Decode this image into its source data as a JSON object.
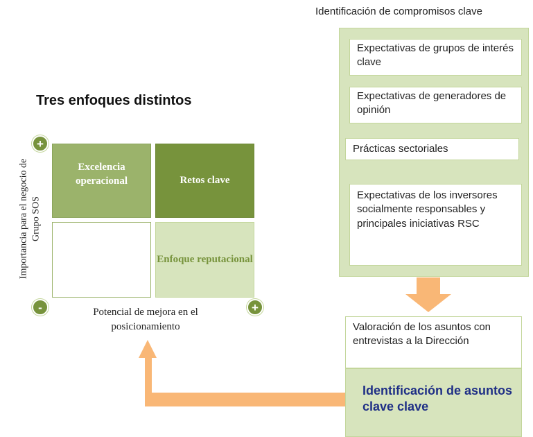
{
  "left": {
    "title": "Tres enfoques distintos",
    "cells": {
      "top_left": "Excelencia operacional",
      "top_right": "Retos clave",
      "bottom_left": "",
      "bottom_right": "Enfoque reputacional"
    },
    "y_axis_label": "Importancia para el negocio de Grupo SOS",
    "x_axis_label": "Potencial de mejora en el posicionamiento",
    "markers": {
      "top": "+",
      "bottom_left": "-",
      "bottom_right": "+"
    }
  },
  "right": {
    "title": "Identificación de compromisos clave",
    "boxes": [
      "Expectativas de grupos de interés clave",
      "Expectativas de generadores de opinión",
      "Prácticas sectoriales",
      "Expectativas de los inversores socialmente responsables y principales iniciativas RSC"
    ],
    "valuation": "Valoración de los asuntos con entrevistas a la Dirección",
    "identification": "Identificación de asuntos clave clave"
  },
  "colors": {
    "dark_green": "#77933c",
    "mid_green": "#9bb36b",
    "light_green": "#d7e4bd",
    "border_green": "#c3d69b",
    "arrow_orange": "#f9b776",
    "title_blue": "#1f2f86"
  }
}
